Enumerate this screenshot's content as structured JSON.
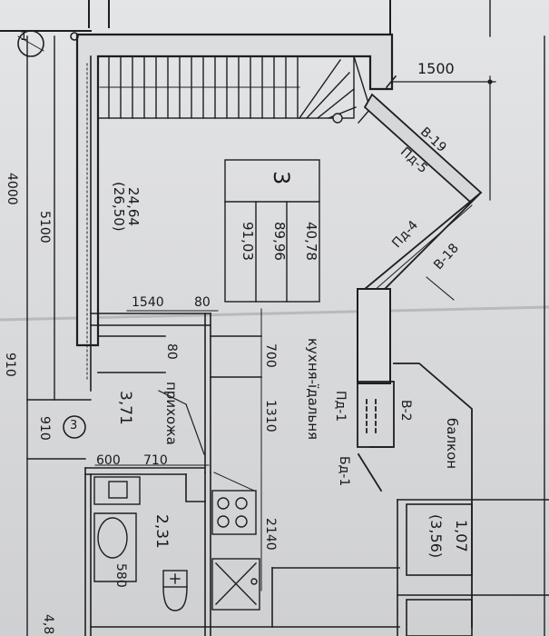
{
  "dimensions": {
    "d_1500": "1500",
    "d_4000": "4000",
    "d_5100": "5100",
    "d_1540": "1540",
    "d_80_top": "80",
    "d_80_side": "80",
    "d_700": "700",
    "d_1310": "1310",
    "d_910_left": "910",
    "d_910_edge": "910",
    "d_600": "600",
    "d_710": "710",
    "d_2140": "2140",
    "d_580": "580",
    "d_48": "4,8"
  },
  "axes": {
    "axis_1": "1",
    "axis_3": "3"
  },
  "apartment": {
    "number": "3",
    "living_area": "40,78",
    "total_area": "89,96",
    "total_with_balcony": "91,03"
  },
  "rooms": {
    "stair_room_area": "24,64",
    "stair_room_area_alt": "(26,50)",
    "hall_label": "прихожа",
    "hall_area": "3,71",
    "kitchen_label": "кухня-їдальня",
    "bathroom_area": "2,31",
    "balcony_label": "балкон",
    "balcony_area": "1,07",
    "balcony_area_alt": "(3,56)"
  },
  "openings": {
    "window_v19": "В-19",
    "window_pg5": "Пд-5",
    "window_pg4": "Пд-4",
    "window_v18": "В-18",
    "door_pg1": "Пд-1",
    "door_v2": "В-2",
    "door_bd1": "Бд-1"
  }
}
